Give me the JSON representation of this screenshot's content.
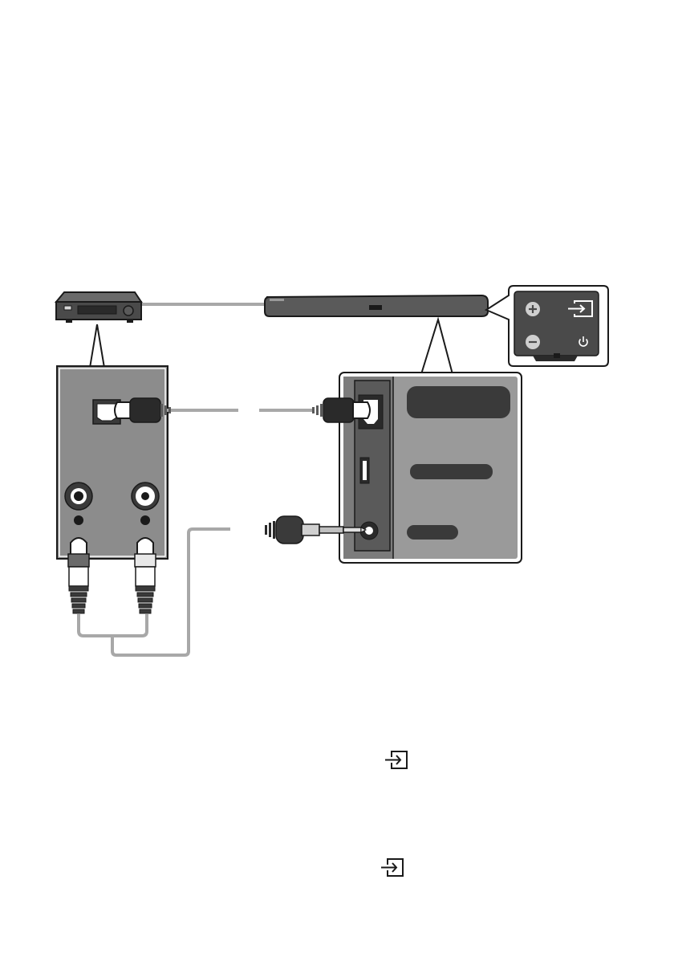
{
  "figure": {
    "source_device": "source-device",
    "soundbar": "soundbar",
    "top_panel_buttons": [
      "volume-up-button",
      "input-source-button",
      "volume-down-button",
      "power-button"
    ],
    "source_ports": [
      "optical-out-port",
      "analog-out-left-port",
      "analog-out-right-port"
    ],
    "soundbar_ports": [
      "digital-audio-in-optical-port",
      "usb-port",
      "aux-in-port"
    ],
    "cables": [
      "optical-cable",
      "aux-to-rca-cable"
    ]
  },
  "colors": {
    "outline": "#1a1a1a",
    "device_gray": "#4a4a4a",
    "panel_gray": "#8c8c8c",
    "cable_gray": "#a8a8a8",
    "dark": "#2b2b2b"
  },
  "icons": {
    "input_source": "input-source-icon",
    "power": "power-icon",
    "plus": "plus-icon",
    "minus": "minus-icon"
  }
}
